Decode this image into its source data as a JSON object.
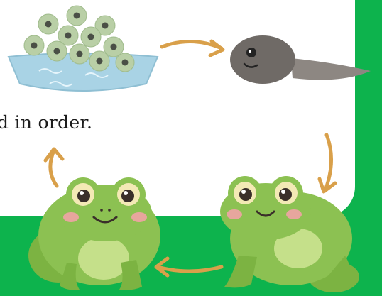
{
  "caption": "d in order.",
  "stages": [
    {
      "name": "frogspawn"
    },
    {
      "name": "tadpole"
    },
    {
      "name": "froglet"
    },
    {
      "name": "frog"
    }
  ],
  "colors": {
    "background": "#0db34d",
    "panel": "#ffffff",
    "arrow": "#d9a04a",
    "frog_green": "#8cc152",
    "water": "#a9d3e5",
    "tadpole": "#6f6a66"
  }
}
